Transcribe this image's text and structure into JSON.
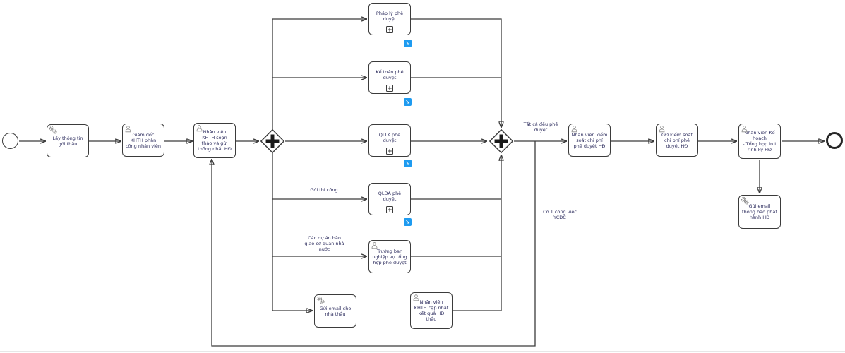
{
  "diagram": {
    "badge_symbol": "↘",
    "colors": {
      "node_border": "#3b3b3b",
      "line": "#3b3b3b",
      "text": "#2d2d5e",
      "badge_blue": "#1e9bf0",
      "background": "#ffffff"
    },
    "events": [
      {
        "id": "start",
        "kind": "start"
      },
      {
        "id": "end",
        "kind": "end"
      }
    ],
    "gateways": [
      {
        "id": "split",
        "kind": "parallel"
      },
      {
        "id": "join",
        "kind": "parallel"
      }
    ],
    "tasks": [
      {
        "id": "lay-thong-tin",
        "type": "service",
        "label": "Lấy thông tin\ngói thầu"
      },
      {
        "id": "giam-doc-phan-cong",
        "type": "user",
        "label": "Giám đốc\nKHTH phân\ncông nhân viên"
      },
      {
        "id": "soan-thao-hd",
        "type": "user",
        "label": "Nhân viên\nKHTH soạn\nthảo và gửi\nthống nhất HĐ"
      },
      {
        "id": "phap-ly",
        "type": "subprocess",
        "label": "Pháp lý phê\nduyệt"
      },
      {
        "id": "ke-toan",
        "type": "subprocess",
        "label": "Kế toán phê\nduyệt"
      },
      {
        "id": "qltk",
        "type": "subprocess",
        "label": "QLTK phê\nduyệt"
      },
      {
        "id": "qlda",
        "type": "subprocess",
        "label": "QLDA phê\nduyệt"
      },
      {
        "id": "truong-ban",
        "type": "user",
        "label": "Trưởng ban\nnghiệp vụ tổng\nhợp phê duyệt"
      },
      {
        "id": "gui-email-nha-thau",
        "type": "service",
        "label": "Gửi email cho\nnhà thầu"
      },
      {
        "id": "cap-nhat-ket-qua",
        "type": "user",
        "label": "Nhân viên\nKHTH cập nhật\nkết quả HĐ\nthầu"
      },
      {
        "id": "kiem-soat-chi-phi",
        "type": "user",
        "label": "Nhân viên kiểm\nsoát chi phí\nphê duyệt HĐ"
      },
      {
        "id": "gd-kiem-soat",
        "type": "user",
        "label": "GĐ kiểm soát\nchi phí phê\nduyệt HĐ"
      },
      {
        "id": "tong-hop-trinh-ky",
        "type": "user",
        "label": "Nhân viên Kế\nhoạch\n- Tổng hợp in t\nrình ký HĐ"
      },
      {
        "id": "gui-email-phat-hanh",
        "type": "service",
        "label": "Gửi email\nthông báo phát\nhành HĐ"
      }
    ],
    "edge_labels": [
      {
        "id": "goi-thi-cong",
        "label": "Gói thi công"
      },
      {
        "id": "cac-du-an",
        "label": "Các dự án bàn\ngiao cơ quan nhà\nnước"
      },
      {
        "id": "tat-ca-phe-duyet",
        "label": "Tất cả đều phê\nduyệt"
      },
      {
        "id": "co-1-cong-viec",
        "label": "Có 1 công việc\nYCDC"
      }
    ]
  }
}
